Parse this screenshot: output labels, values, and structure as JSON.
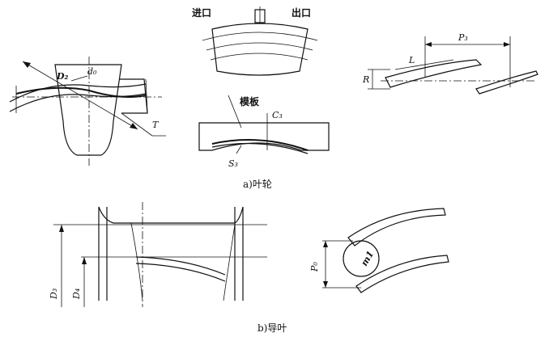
{
  "impeller": {
    "caption": "a)叶轮",
    "labels": {
      "D2": "D₂",
      "d0": "d₀",
      "T": "T",
      "inlet": "进口",
      "outlet": "出口",
      "template": "模板",
      "C3": "C₃",
      "S3": "S₃",
      "L": "L",
      "P3": "P₃",
      "R": "R"
    }
  },
  "guide_vane": {
    "caption": "b)导叶",
    "labels": {
      "D3": "D₃",
      "D4": "D₄",
      "P0": "P₀",
      "m1": "m1"
    }
  }
}
